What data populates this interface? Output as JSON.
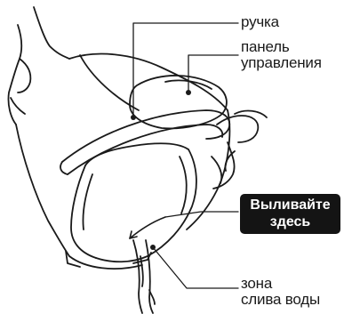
{
  "labels": {
    "handle": "ручка",
    "control_panel_line1": "панель",
    "control_panel_line2": "управления",
    "drain_zone_line1": "зона",
    "drain_zone_line2": "слива воды"
  },
  "callout": {
    "line1": "Выливайте",
    "line2": "здесь"
  },
  "colors": {
    "ink": "#1a1a1a",
    "callout_bg": "#141414",
    "callout_text": "#ffffff"
  }
}
